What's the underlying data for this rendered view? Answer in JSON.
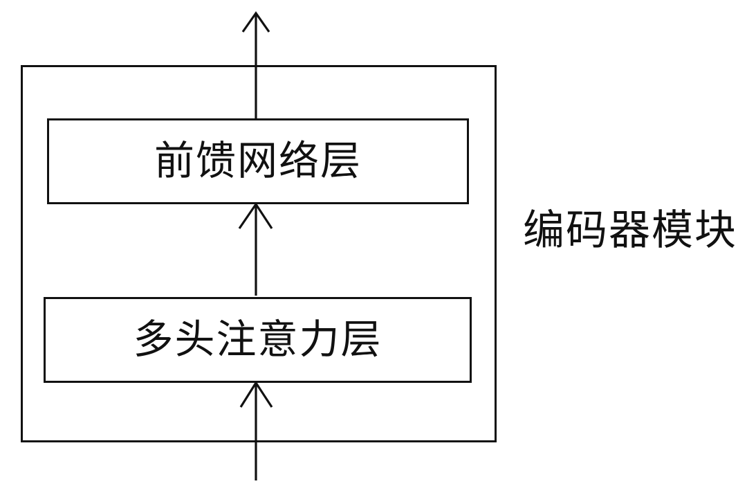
{
  "diagram": {
    "module_label": "编码器模块",
    "boxes": [
      {
        "label": "前馈网络层"
      },
      {
        "label": "多头注意力层"
      }
    ],
    "arrows": [
      {
        "name": "input-arrow",
        "direction": "up",
        "from": "outside-bottom",
        "to": "multi-head-attention-layer"
      },
      {
        "name": "between-layers-arrow",
        "direction": "up",
        "from": "multi-head-attention-layer",
        "to": "feed-forward-layer"
      },
      {
        "name": "output-arrow",
        "direction": "up",
        "from": "feed-forward-layer",
        "to": "outside-top"
      }
    ],
    "colors": {
      "stroke": "#111111",
      "text": "#111111",
      "background": "#ffffff"
    }
  }
}
